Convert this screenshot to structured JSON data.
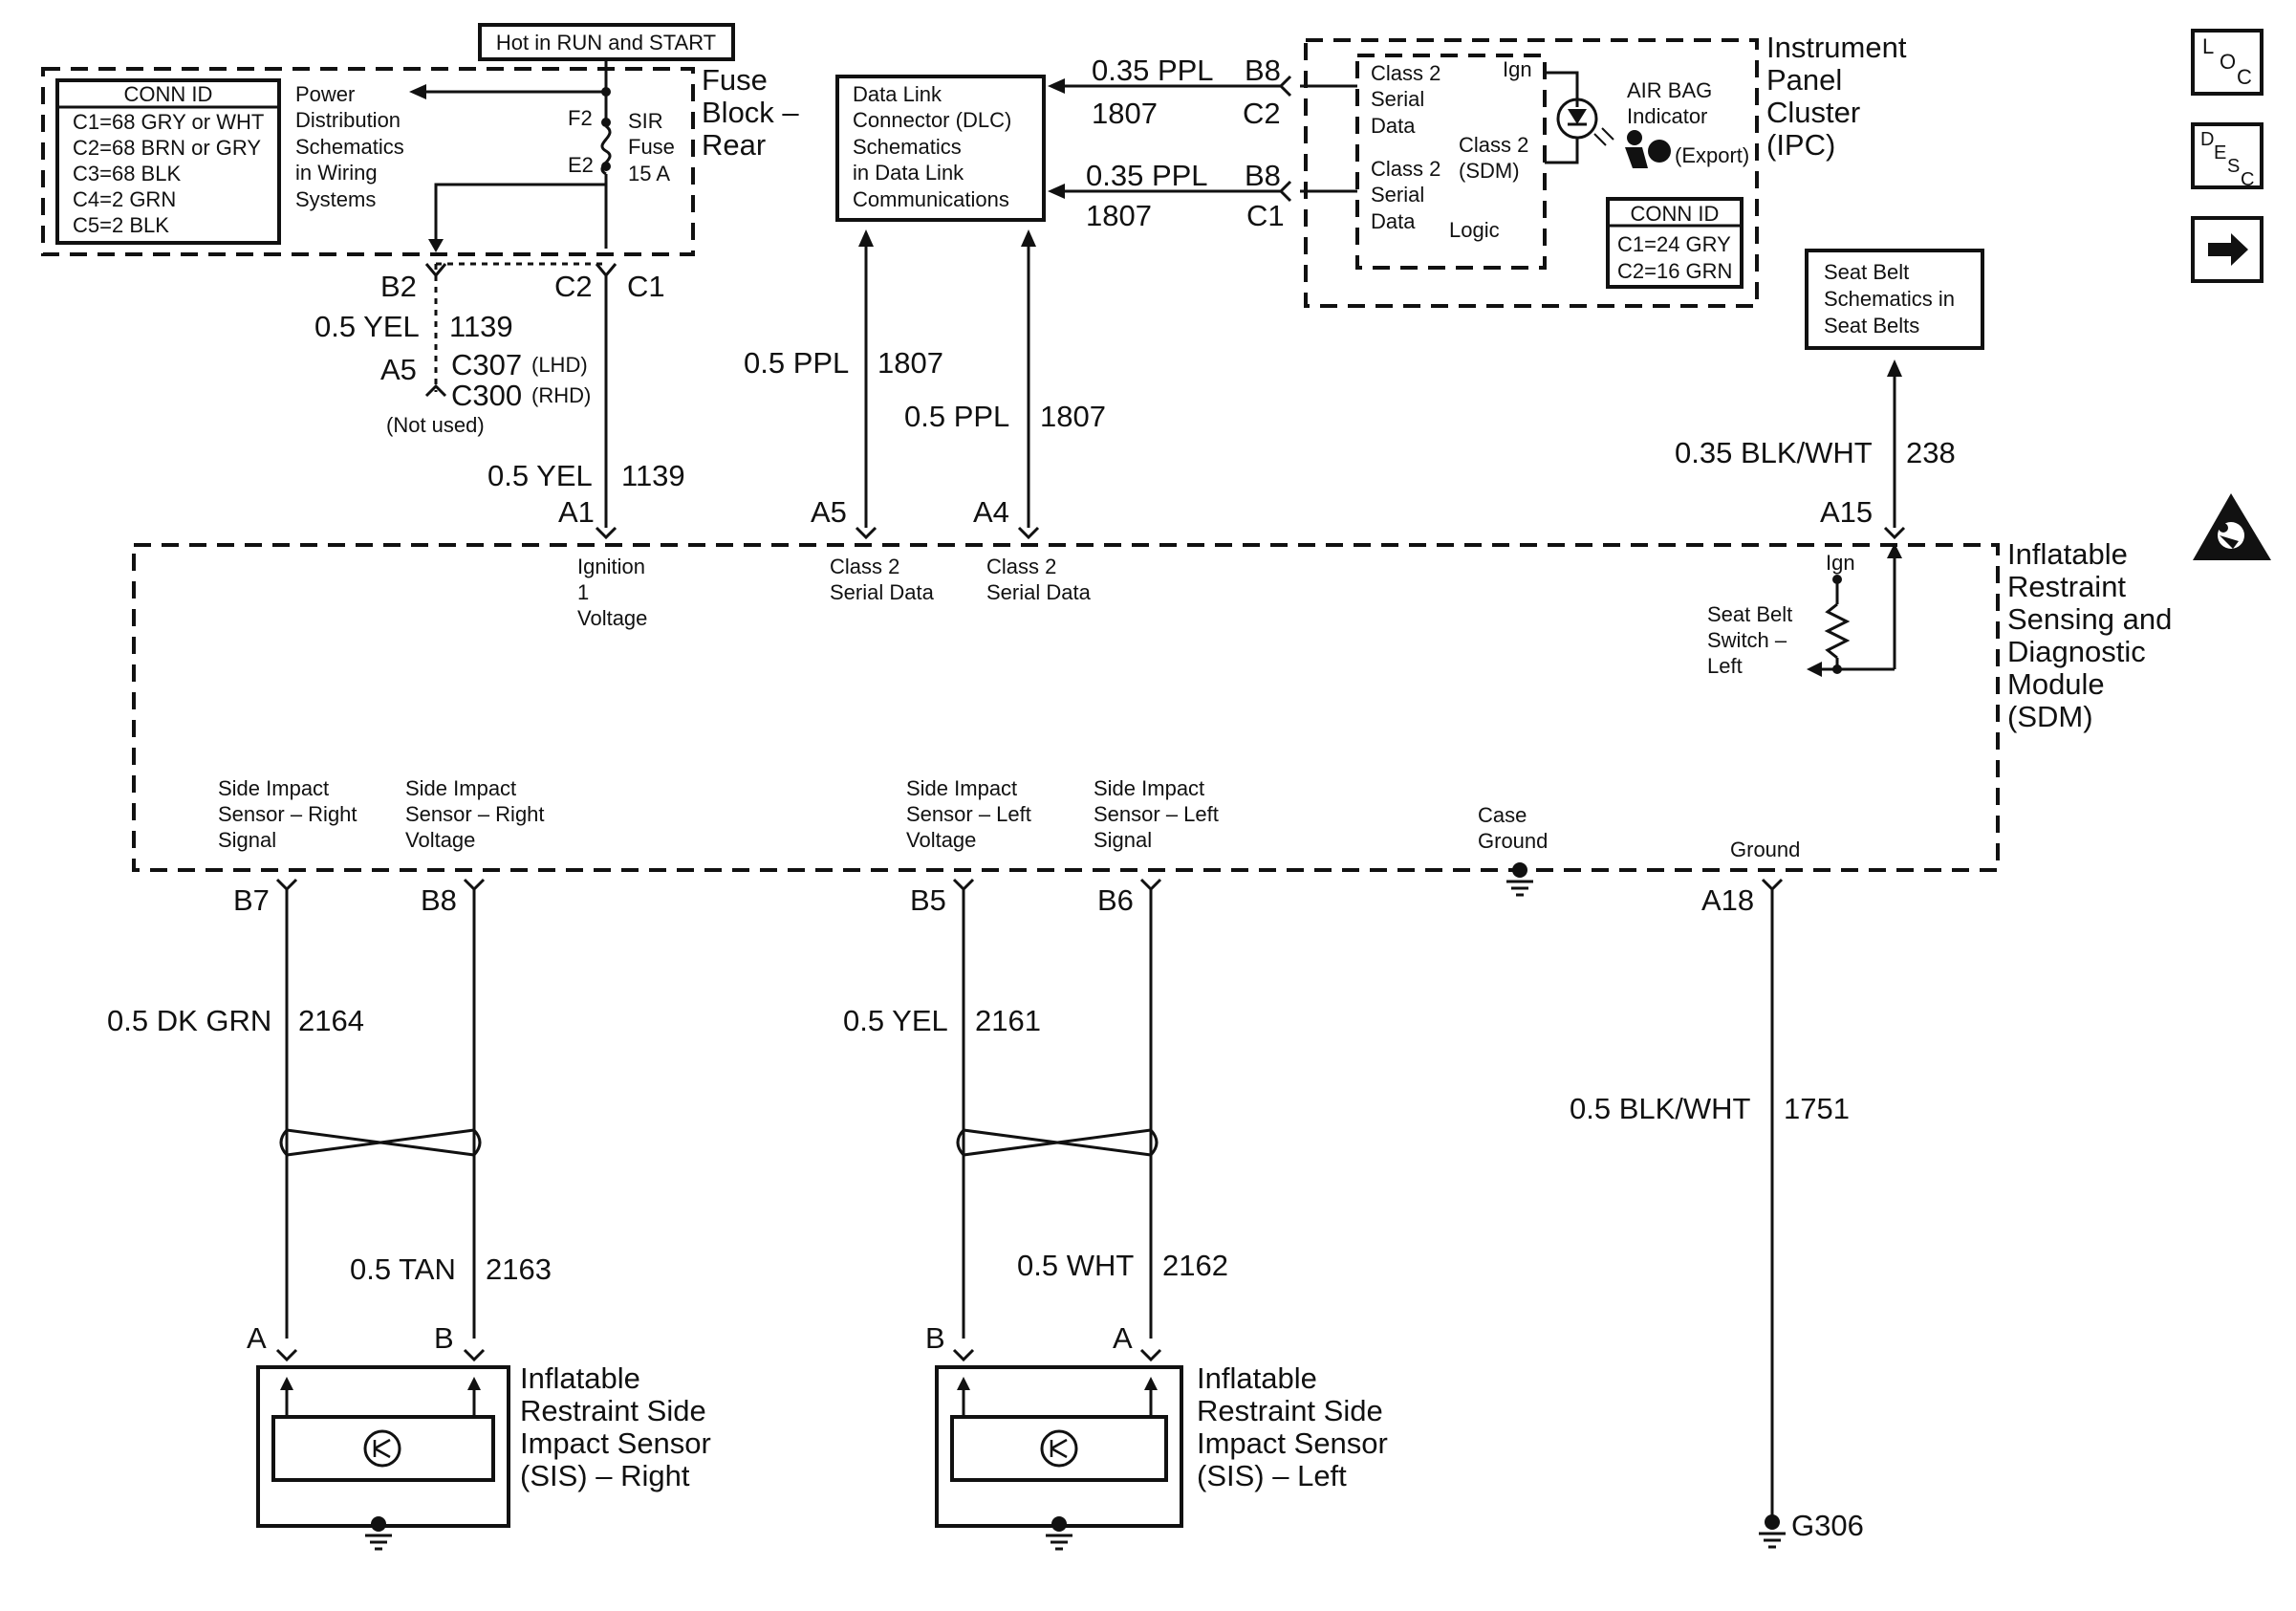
{
  "header": {
    "hot_label": "Hot in RUN and START"
  },
  "fuse_block": {
    "title": [
      "Fuse",
      "Block –",
      "Rear"
    ],
    "conn_id_title": "CONN ID",
    "conn_ids": [
      "C1=68 GRY or WHT",
      "C2=68 BRN or GRY",
      "C3=68 BLK",
      "C4=2 GRN",
      "C5=2 BLK"
    ],
    "power_ref": [
      "Power",
      "Distribution",
      "Schematics",
      "in Wiring",
      "Systems"
    ],
    "fuse_label": [
      "SIR",
      "Fuse",
      "15 A"
    ],
    "pin_f2": "F2",
    "pin_e2": "E2"
  },
  "dlc": {
    "label": [
      "Data Link",
      "Connector (DLC)",
      "Schematics",
      "in Data Link",
      "Communications"
    ]
  },
  "ipc": {
    "title": [
      "Instrument",
      "Panel",
      "Cluster",
      "(IPC)"
    ],
    "class2_a": [
      "Class 2",
      "Serial",
      "Data"
    ],
    "class2_b": [
      "Class 2",
      "Serial",
      "Data"
    ],
    "ign": "Ign",
    "sdm_label": [
      "Class 2",
      "(SDM)"
    ],
    "logic": "Logic",
    "airbag": [
      "AIR BAG",
      "Indicator"
    ],
    "export": "(Export)",
    "conn_id_title": "CONN ID",
    "conn_ids": [
      "C1=24 GRY",
      "C2=16 GRN"
    ]
  },
  "seat_belt_ref": {
    "label": [
      "Seat Belt",
      "Schematics in",
      "Seat Belts"
    ]
  },
  "wires": {
    "top_ppl_1": {
      "gauge": "0.35 PPL",
      "circuit": "1807",
      "pin": "B8",
      "conn": "C2"
    },
    "top_ppl_2": {
      "gauge": "0.35 PPL",
      "circuit": "1807",
      "pin": "B8",
      "conn": "C1"
    },
    "yel_upper": {
      "gauge": "0.5 YEL",
      "circuit": "1139"
    },
    "yel_lower": {
      "gauge": "0.5 YEL",
      "circuit": "1139"
    },
    "ppl_a5": {
      "gauge": "0.5 PPL",
      "circuit": "1807"
    },
    "ppl_a4": {
      "gauge": "0.5 PPL",
      "circuit": "1807"
    },
    "seat_belt": {
      "gauge": "0.35 BLK/WHT",
      "circuit": "238"
    },
    "dk_grn": {
      "gauge": "0.5 DK GRN",
      "circuit": "2164"
    },
    "tan": {
      "gauge": "0.5 TAN",
      "circuit": "2163"
    },
    "yel_sis": {
      "gauge": "0.5 YEL",
      "circuit": "2161"
    },
    "wht": {
      "gauge": "0.5 WHT",
      "circuit": "2162"
    },
    "ground": {
      "gauge": "0.5 BLK/WHT",
      "circuit": "1751"
    }
  },
  "connectors": {
    "b2": "B2",
    "c2": "C2",
    "c1": "C1",
    "a5_splice": "A5",
    "c307": "C307",
    "lhd": "(LHD)",
    "c300": "C300",
    "rhd": "(RHD)",
    "not_used": "(Not used)"
  },
  "sdm": {
    "title": [
      "Inflatable",
      "Restraint",
      "Sensing and",
      "Diagnostic",
      "Module",
      "(SDM)"
    ],
    "pin_a1": "A1",
    "pin_a5": "A5",
    "pin_a4": "A4",
    "pin_a15": "A15",
    "pin_b7": "B7",
    "pin_b8": "B8",
    "pin_b5": "B5",
    "pin_b6": "B6",
    "pin_a18": "A18",
    "ignition": [
      "Ignition",
      "1",
      "Voltage"
    ],
    "class2_a5": [
      "Class 2",
      "Serial Data"
    ],
    "class2_a4": [
      "Class 2",
      "Serial Data"
    ],
    "ign": "Ign",
    "seat_belt_switch": [
      "Seat Belt",
      "Switch –",
      "Left"
    ],
    "sis_right_signal": [
      "Side Impact",
      "Sensor – Right",
      "Signal"
    ],
    "sis_right_voltage": [
      "Side Impact",
      "Sensor – Right",
      "Voltage"
    ],
    "sis_left_voltage": [
      "Side Impact",
      "Sensor – Left",
      "Voltage"
    ],
    "sis_left_signal": [
      "Side Impact",
      "Sensor – Left",
      "Signal"
    ],
    "case_ground": [
      "Case",
      "Ground"
    ],
    "ground": "Ground"
  },
  "sensors": {
    "right": {
      "title": [
        "Inflatable",
        "Restraint Side",
        "Impact Sensor",
        "(SIS) – Right"
      ],
      "pin_1": "A",
      "pin_2": "B"
    },
    "left": {
      "title": [
        "Inflatable",
        "Restraint Side",
        "Impact Sensor",
        "(SIS) – Left"
      ],
      "pin_1": "B",
      "pin_2": "A"
    }
  },
  "ground_point": "G306",
  "nav": {
    "loc": [
      "L",
      "O",
      "C"
    ],
    "desc": [
      "D",
      "E",
      "S",
      "C"
    ],
    "next_icon": "arrow-right-icon",
    "warning_icon": "airbag-warning-icon"
  }
}
